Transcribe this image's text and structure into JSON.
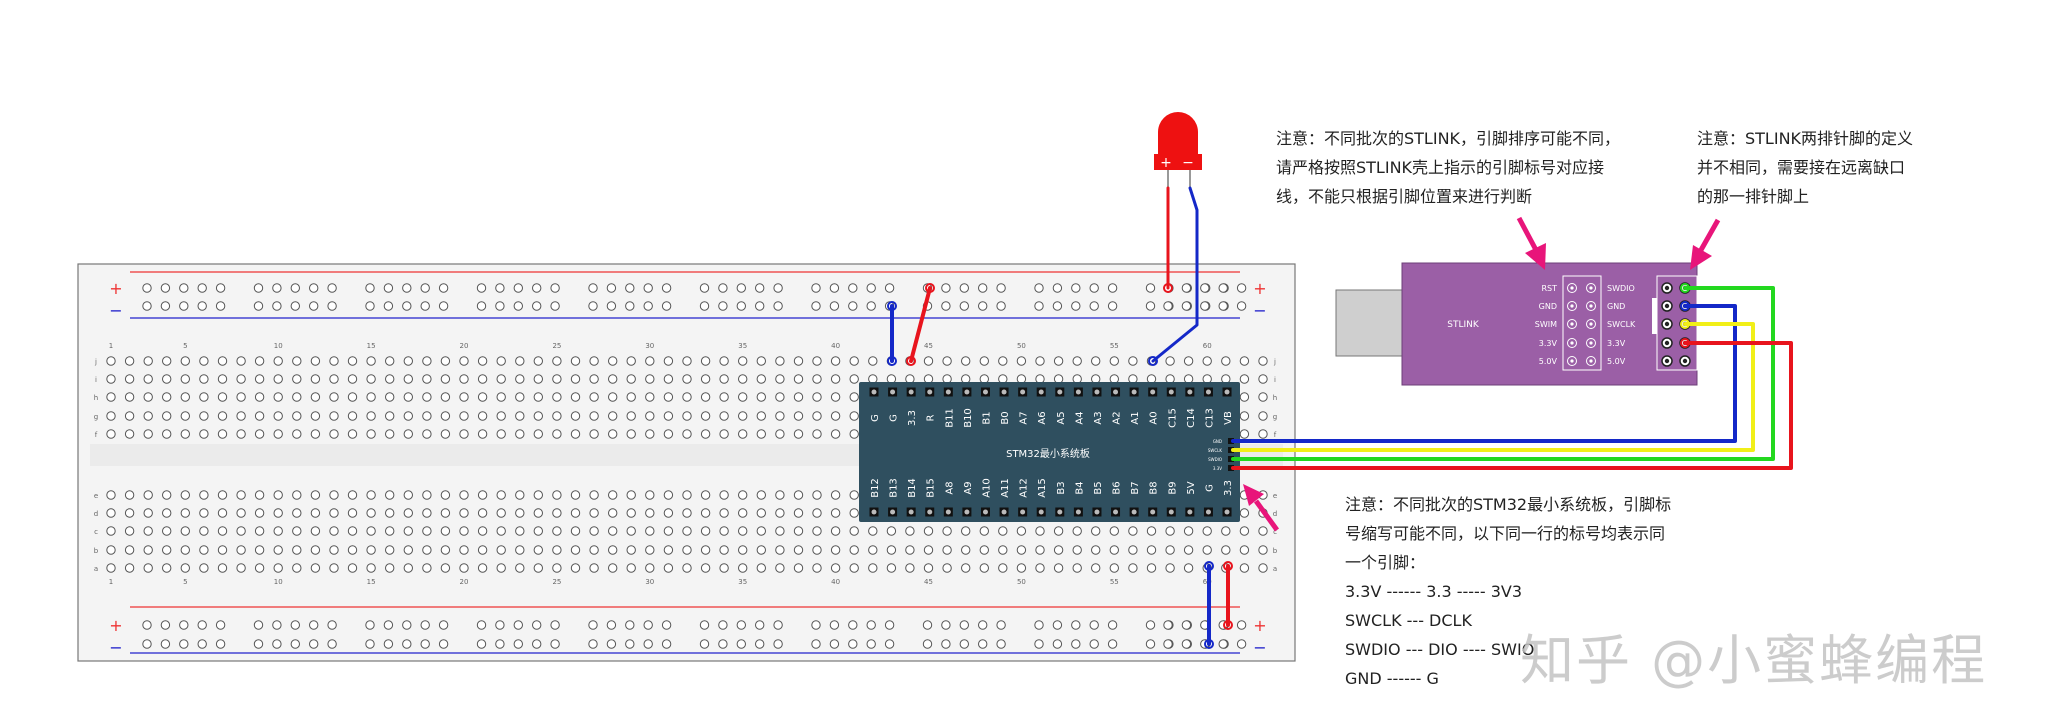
{
  "notes": {
    "stlink_order": [
      "注意：不同批次的STLINK，引脚排序可能不同，",
      "请严格按照STLINK壳上指示的引脚标号对应接",
      "线，不能只根据引脚位置来进行判断"
    ],
    "stlink_rows": [
      "注意：STLINK两排针脚的定义",
      "并不相同，需要接在远离缺口",
      "的那一排针脚上"
    ],
    "board": [
      "注意：不同批次的STM32最小系统板，引脚标",
      "号缩写可能不同，以下同一行的标号均表示同",
      "一个引脚：",
      "3.3V ------ 3.3 ----- 3V3",
      "SWCLK --- DCLK",
      "SWDIO --- DIO ---- SWIO",
      "GND ------ G"
    ]
  },
  "breadboard": {
    "rail_plus": "+",
    "rail_minus": "−",
    "column_numbers": [
      "1",
      "5",
      "10",
      "15",
      "20",
      "25",
      "30",
      "35",
      "40",
      "45",
      "50",
      "55",
      "60"
    ],
    "row_letters_top": [
      "j",
      "i",
      "h",
      "g",
      "f"
    ],
    "row_letters_bottom": [
      "e",
      "d",
      "c",
      "b",
      "a"
    ]
  },
  "stm32": {
    "title": "STM32最小系统板",
    "top_pins": [
      "G",
      "G",
      "3.3",
      "R",
      "B11",
      "B10",
      "B1",
      "B0",
      "A7",
      "A6",
      "A5",
      "A4",
      "A3",
      "A2",
      "A1",
      "A0",
      "C15",
      "C14",
      "C13",
      "VB"
    ],
    "bottom_pins": [
      "B12",
      "B13",
      "B14",
      "B15",
      "A8",
      "A9",
      "A10",
      "A11",
      "A12",
      "A15",
      "B3",
      "B4",
      "B5",
      "B6",
      "B7",
      "B8",
      "B9",
      "5V",
      "G",
      "3.3"
    ],
    "swd_pins": [
      "GND",
      "SWCLK",
      "SWDIO",
      "3.3V"
    ]
  },
  "stlink": {
    "title": "STLINK",
    "left_labels": [
      "RST",
      "GND",
      "SWIM",
      "3.3V",
      "5.0V"
    ],
    "right_labels": [
      "SWDIO",
      "GND",
      "SWCLK",
      "3.3V",
      "5.0V"
    ]
  },
  "led": {
    "plus": "+",
    "minus": "−"
  },
  "watermark": "知乎 @小蜜蜂编程",
  "colors": {
    "board_fill": "#2f4f5f",
    "stlink_fill": "#9b5fa6",
    "wire_red": "#e8141d",
    "wire_blue": "#1428c8",
    "wire_green": "#23d81f",
    "wire_yellow": "#f1ef18",
    "arrow": "#e8157a",
    "led_red": "#ee1111"
  }
}
